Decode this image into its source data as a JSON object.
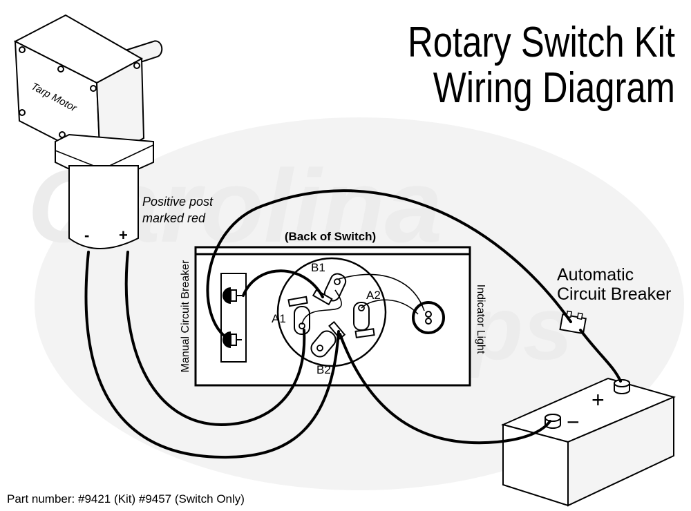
{
  "title": {
    "line1": "Rotary Switch Kit",
    "line2": "Wiring Diagram"
  },
  "watermark": {
    "line1": "Carolina",
    "line2": "Tarps"
  },
  "motor": {
    "label": "Tarp Motor",
    "neg_label": "-",
    "pos_label": "+",
    "note_line1": "Positive post",
    "note_line2": "marked red"
  },
  "switch": {
    "caption": "(Back of Switch)",
    "breaker_label": "Manual Circuit Breaker",
    "light_label": "Indicator Light",
    "terminals": {
      "b1": "B1",
      "a2": "A2",
      "a1": "A1",
      "b2": "B2"
    }
  },
  "auto_breaker": {
    "line1": "Automatic",
    "line2": "Circuit Breaker"
  },
  "battery": {
    "pos": "+",
    "neg": "−"
  },
  "footer": {
    "part_numbers": "Part number: #9421 (Kit)  #9457 (Switch Only)"
  }
}
